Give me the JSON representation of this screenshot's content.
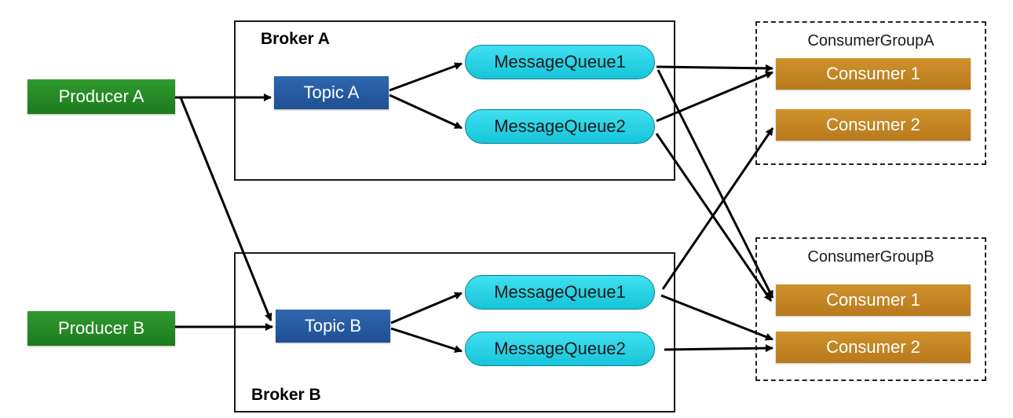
{
  "brokers": {
    "a": {
      "label": "Broker A",
      "topic": "Topic A",
      "queues": [
        "MessageQueue1",
        "MessageQueue2"
      ]
    },
    "b": {
      "label": "Broker B",
      "topic": "Topic B",
      "queues": [
        "MessageQueue1",
        "MessageQueue2"
      ]
    }
  },
  "producers": {
    "a": "Producer A",
    "b": "Producer B"
  },
  "consumer_groups": {
    "a": {
      "label": "ConsumerGroupA",
      "consumers": [
        "Consumer 1",
        "Consumer 2"
      ]
    },
    "b": {
      "label": "ConsumerGroupB",
      "consumers": [
        "Consumer 1",
        "Consumer 2"
      ]
    }
  },
  "colors": {
    "producer": "#1d7a1d",
    "topic": "#1f4f93",
    "queue": "#17c4d9",
    "consumer": "#b7791c",
    "arrow": "#000000"
  }
}
